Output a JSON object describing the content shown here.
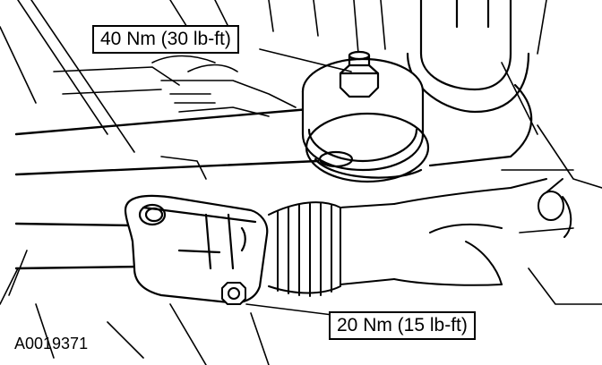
{
  "figure": {
    "figure_id": "A0019371",
    "callouts": {
      "upper_torque": "40 Nm (30 lb-ft)",
      "lower_torque": "20 Nm (15 lb-ft)"
    }
  }
}
